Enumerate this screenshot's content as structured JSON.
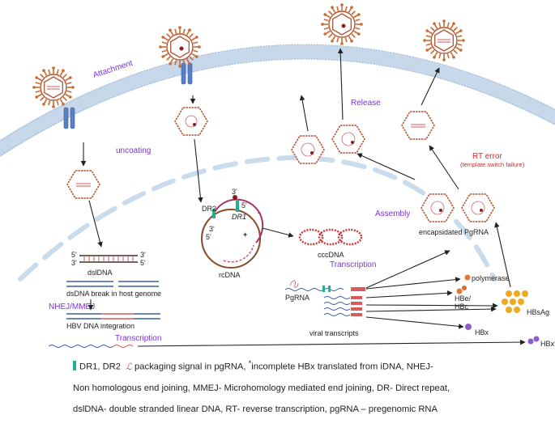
{
  "stages": {
    "attachment": "Attachment",
    "uncoating": "uncoating",
    "release": "Release",
    "assembly": "Assembly",
    "transcription_upper": "Transcription",
    "transcription_lower": "Transcription",
    "nhej_mmej": "NHEJ/MMEJ"
  },
  "labels": {
    "dsldna": "dslDNA",
    "five_prime": "5'",
    "three_prime": "3'",
    "break_in_genome": "dsDNA break in host genome",
    "integration": "HBV DNA integration",
    "rcdna": "rcDNA",
    "dr1": "DR1",
    "dr2": "DR2",
    "plus": "+",
    "minus": "-",
    "cccdna": "cccDNA",
    "pgrna": "PgRNA",
    "viral_transcripts": "viral transcripts",
    "encapsidated": "encapsidated PgRNA",
    "polymerase": "polymerase",
    "hbe": "HBe/",
    "hbc": "HBc",
    "hbsag": "HBsAg",
    "hbx": "HBx",
    "hbx_star": "HBx*",
    "rt_error": "RT error",
    "rt_error_sub": "(template switch failure)"
  },
  "legend": {
    "dr_label": "DR1, DR2",
    "text_part1": "packaging signal in pgRNA,",
    "asterisk": "*",
    "text_part2": "incomplete HBx translated from iDNA, NHEJ-",
    "line2": "Non homologous end joining, MMEJ- Microhomology mediated end joining, DR- Direct repeat,",
    "line3": "dslDNA- double stranded linear DNA, RT- reverse transcription, pgRNA – pregenomic RNA"
  },
  "colors": {
    "membrane": "#c6d8ea",
    "virion_spike": "#c86a34",
    "capsid": "#b2532e",
    "stage_text": "#7a35d6",
    "error_text": "#e02020",
    "dr_marker": "#21b38f",
    "hbsag": "#f0a820",
    "hbx": "#8c5cc8",
    "polymerase": "#e07a3a",
    "receptor": "#5a7fc7"
  }
}
